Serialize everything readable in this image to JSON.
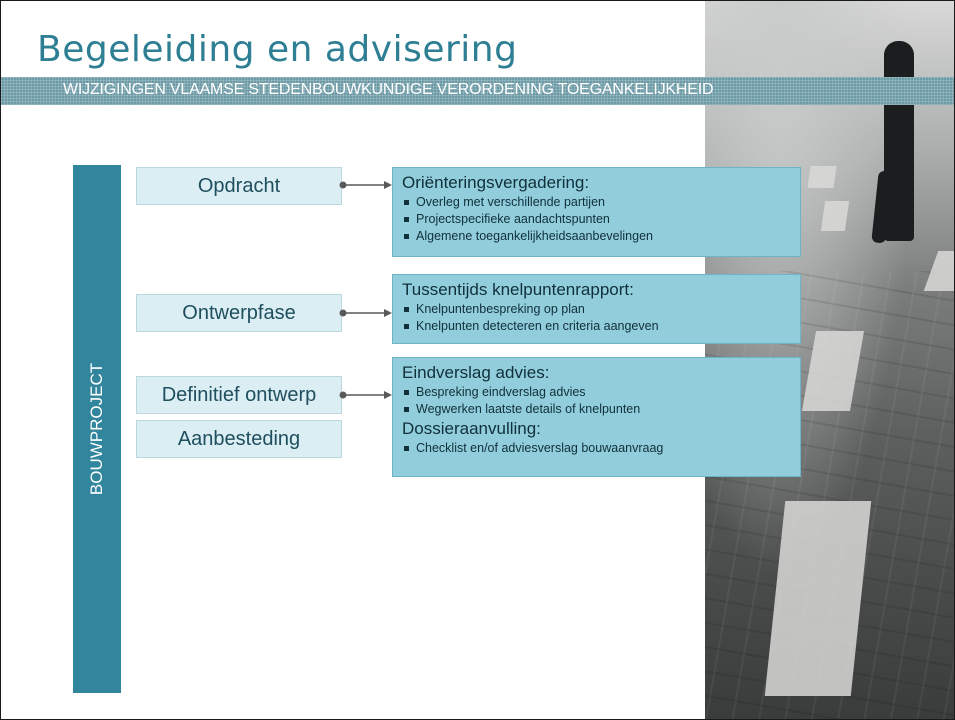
{
  "header": {
    "title": "Begeleiding en advisering",
    "subtitle": "WIJZIGINGEN VLAAMSE STEDENBOUWKUNDIGE VERORDENING TOEGANKELIJKHEID"
  },
  "diagram": {
    "vertical_label": "BOUWPROJECT",
    "phases": [
      {
        "label": "Opdracht"
      },
      {
        "label": "Ontwerpfase"
      },
      {
        "label": "Definitief ontwerp"
      },
      {
        "label": "Aanbesteding"
      }
    ],
    "info_boxes": [
      {
        "sections": [
          {
            "heading": "Oriënteringsvergadering:",
            "bullets": [
              "Overleg met verschillende partijen",
              "Projectspecifieke aandachtspunten",
              "Algemene toegankelijkheidsaanbevelingen"
            ]
          }
        ]
      },
      {
        "sections": [
          {
            "heading": "Tussentijds knelpuntenrapport:",
            "bullets": [
              "Knelpuntenbespreking op plan",
              "Knelpunten detecteren en criteria aangeven"
            ]
          }
        ]
      },
      {
        "sections": [
          {
            "heading": "Eindverslag advies:",
            "bullets": [
              "Bespreking eindverslag advies",
              "Wegwerken laatste details of knelpunten"
            ]
          },
          {
            "heading": "Dossieraanvulling:",
            "bullets": [
              "Checklist en/of adviesverslag bouwaanvraag"
            ]
          }
        ]
      }
    ]
  },
  "colors": {
    "accent_teal": "#31859c",
    "title_teal": "#2e7f93",
    "phase_fill": "#daeef3",
    "info_fill": "#92cddc",
    "arrow": "#595959"
  }
}
